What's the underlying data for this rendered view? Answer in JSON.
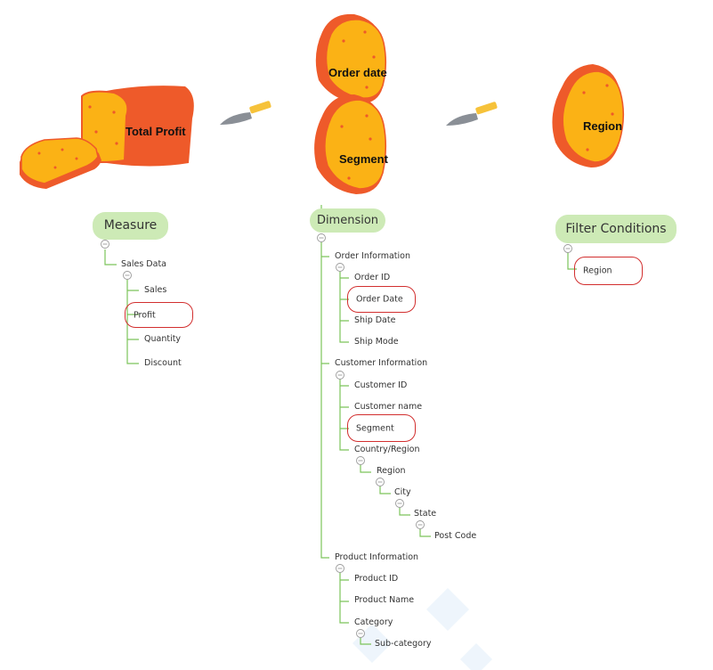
{
  "bread": {
    "loaf_label": "Total Profit",
    "slice_top_label": "Order date",
    "slice_mid_label": "Segment",
    "slice_right_label": "Region"
  },
  "measure": {
    "title": "Measure",
    "group": "Sales Data",
    "items": [
      "Sales",
      "Profit",
      "Quantity",
      "Discount"
    ]
  },
  "dimension": {
    "title": "Dimension",
    "order_info": {
      "label": "Order Information",
      "items": [
        "Order ID",
        "Order Date",
        "Ship Date",
        "Ship Mode"
      ]
    },
    "customer_info": {
      "label": "Customer Information",
      "items": [
        "Customer ID",
        "Customer name",
        "Segment",
        "Country/Region"
      ],
      "geo": [
        "Region",
        "City",
        "State",
        "Post Code"
      ]
    },
    "product_info": {
      "label": "Product Information",
      "items": [
        "Product ID",
        "Product Name",
        "Category"
      ],
      "sub": "Sub-category"
    }
  },
  "filter": {
    "title": "Filter Conditions",
    "items": [
      "Region"
    ]
  },
  "colors": {
    "pill": "#cdeab6",
    "tree_line": "#7cc45a",
    "highlight": "#d22f2f",
    "bread_crust": "#ee5a2a",
    "bread_inner": "#fbb215",
    "knife_blade": "#8a8f96",
    "knife_handle": "#f6c23a"
  }
}
